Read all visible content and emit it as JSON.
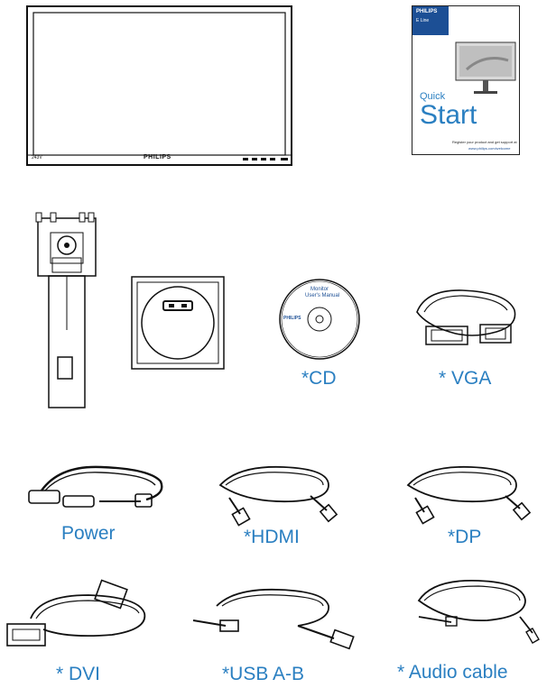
{
  "colors": {
    "label": "#2a7fc1",
    "line": "#222222"
  },
  "monitor": {
    "brand": "PHILIPS",
    "model_tag": "243V"
  },
  "quickstart": {
    "brand": "PHILIPS",
    "line1": "E Line",
    "line2": "Quick",
    "line3": "Start",
    "register_text": "Register your product and get support at",
    "register_url": "www.philips.com/welcome"
  },
  "cd_disc": {
    "title": "Monitor",
    "subtitle": "User's Manual",
    "brand": "PHILIPS"
  },
  "labels": {
    "cd": "*CD",
    "vga": "* VGA",
    "power": "Power",
    "hdmi": "*HDMI",
    "dp": "*DP",
    "dvi": "* DVI",
    "usb": "*USB A-B",
    "audio": "* Audio cable"
  }
}
